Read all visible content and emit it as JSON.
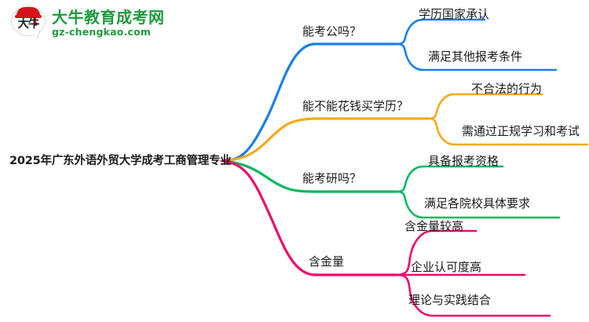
{
  "logo": {
    "mark_text": "大牛",
    "title": "大牛教育成考网",
    "domain": "gz-chengkao.com",
    "brand_green": "#1f9a3e",
    "brand_red": "#d7131a"
  },
  "mindmap": {
    "root": {
      "label": "2025年广东外语外贸大学成考工商管理专业"
    },
    "branches": [
      {
        "label": "能考公吗？",
        "color": "#1a7fe8",
        "children": [
          {
            "label": "学历国家承认"
          },
          {
            "label": "满足其他报考条件"
          }
        ]
      },
      {
        "label": "能不能花钱买学历？",
        "color": "#f5a91b",
        "children": [
          {
            "label": "不合法的行为"
          },
          {
            "label": "需通过正规学习和考试"
          }
        ]
      },
      {
        "label": "能考研吗？",
        "color": "#0fb761",
        "children": [
          {
            "label": "具备报考资格"
          },
          {
            "label": "满足各院校具体要求"
          }
        ]
      },
      {
        "label": "含金量",
        "color": "#ed0a6e",
        "children": [
          {
            "label": "含金量较高"
          },
          {
            "label": "企业认可度高"
          },
          {
            "label": "理论与实践结合"
          }
        ]
      }
    ]
  }
}
